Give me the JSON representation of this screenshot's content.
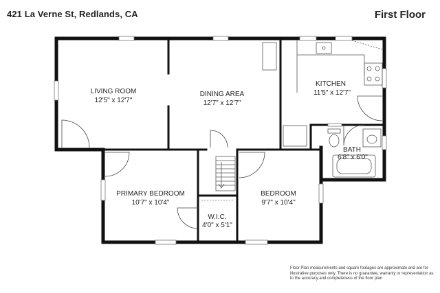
{
  "header": {
    "address": "421 La Verne St, Redlands, CA",
    "floor": "First Floor"
  },
  "rooms": {
    "living_room": {
      "name": "LIVING ROOM",
      "dim": "12'5\" x 12'7\""
    },
    "dining_area": {
      "name": "DINING AREA",
      "dim": "12'7\" x 12'7\""
    },
    "kitchen": {
      "name": "KITCHEN",
      "dim": "11'5\" x 12'7\""
    },
    "bath": {
      "name": "BATH",
      "dim": "6'8\" x 6'0\""
    },
    "primary_bedroom": {
      "name": "PRIMARY BEDROOM",
      "dim": "10'7\" x 10'4\""
    },
    "wic": {
      "name": "W.I.C.",
      "dim": "4'0\" x 5'1\""
    },
    "bedroom": {
      "name": "BEDROOM",
      "dim": "9'7\" x 10'4\""
    }
  },
  "disclaimer": "Floor Plan measurements and square footages are approximate and are for illustrative purposes only. There is no guarantee, warranty or representation as to the accuracy and completeness of the floor plan"
}
